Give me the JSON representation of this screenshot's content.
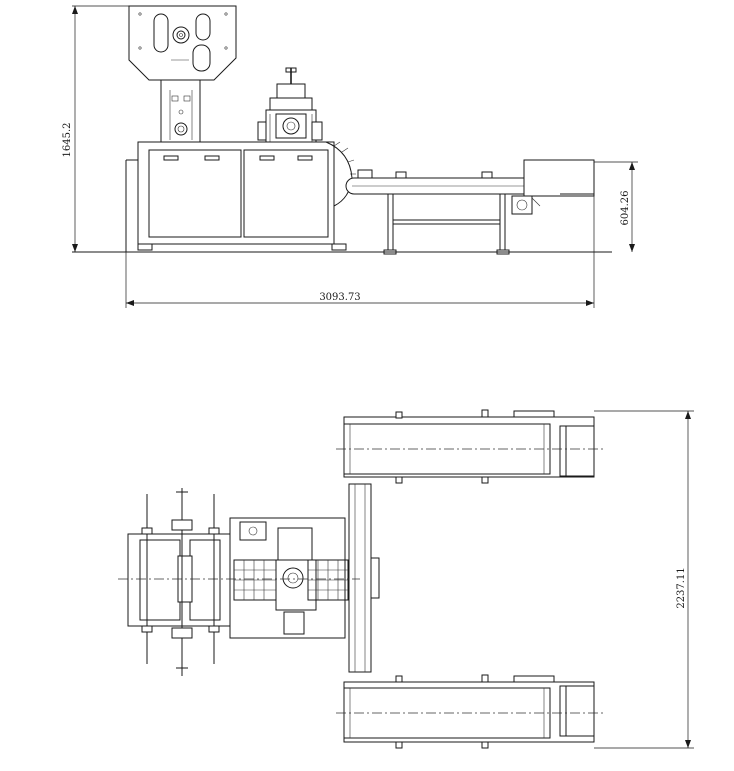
{
  "dimensions": {
    "height_front": "1645.2",
    "overall_length": "3093.73",
    "conveyor_height": "604.26",
    "overall_width": "2237.11"
  }
}
